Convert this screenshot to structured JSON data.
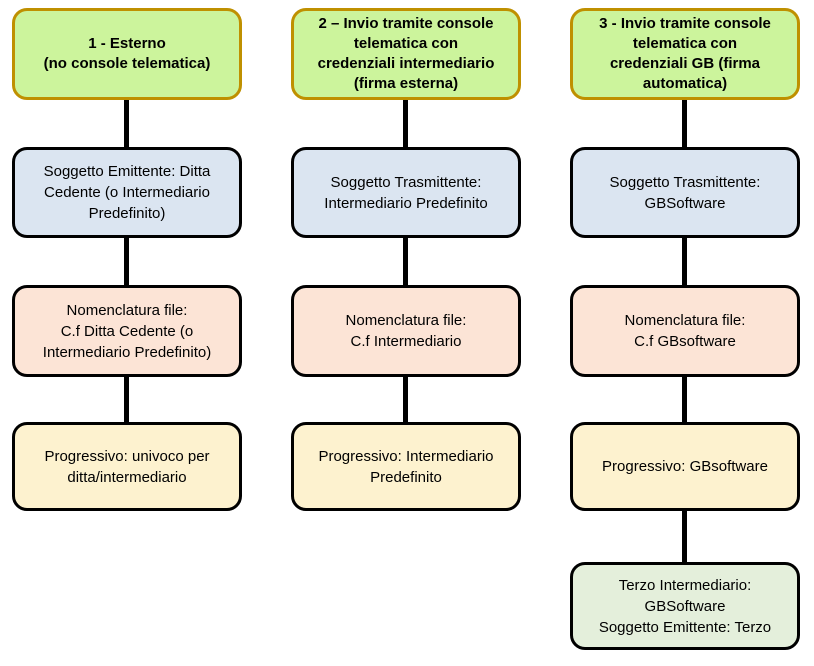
{
  "colors": {
    "header_fill": "#ccf49c",
    "header_border": "#bf9000",
    "soggetto_fill": "#dbe5f1",
    "nomenclatura_fill": "#fce4d6",
    "progressivo_fill": "#fdf2cf",
    "terzo_fill": "#e4efdb",
    "box_border": "#000000",
    "connector": "#000000"
  },
  "flowchart": {
    "columns": [
      {
        "id": "1",
        "header": "1 - Esterno\n(no console telematica)",
        "soggetto": "Soggetto Emittente: Ditta\nCedente (o Intermediario\nPredefinito)",
        "nomenclatura": "Nomenclatura file:\nC.f Ditta Cedente (o\nIntermediario Predefinito)",
        "progressivo": "Progressivo: univoco per\nditta/intermediario"
      },
      {
        "id": "2",
        "header": "2 – Invio tramite console\ntelematica con\ncredenziali intermediario\n(firma esterna)",
        "soggetto": "Soggetto Trasmittente:\nIntermediario Predefinito",
        "nomenclatura": "Nomenclatura file:\nC.f Intermediario",
        "progressivo": "Progressivo: Intermediario\nPredefinito"
      },
      {
        "id": "3",
        "header": "3 - Invio tramite console\ntelematica con\ncredenziali GB (firma\nautomatica)",
        "soggetto": "Soggetto Trasmittente:\nGBSoftware",
        "nomenclatura": "Nomenclatura file:\nC.f GBsoftware",
        "progressivo": "Progressivo: GBsoftware",
        "terzo": "Terzo Intermediario:\nGBSoftware\nSoggetto Emittente: Terzo"
      }
    ]
  }
}
